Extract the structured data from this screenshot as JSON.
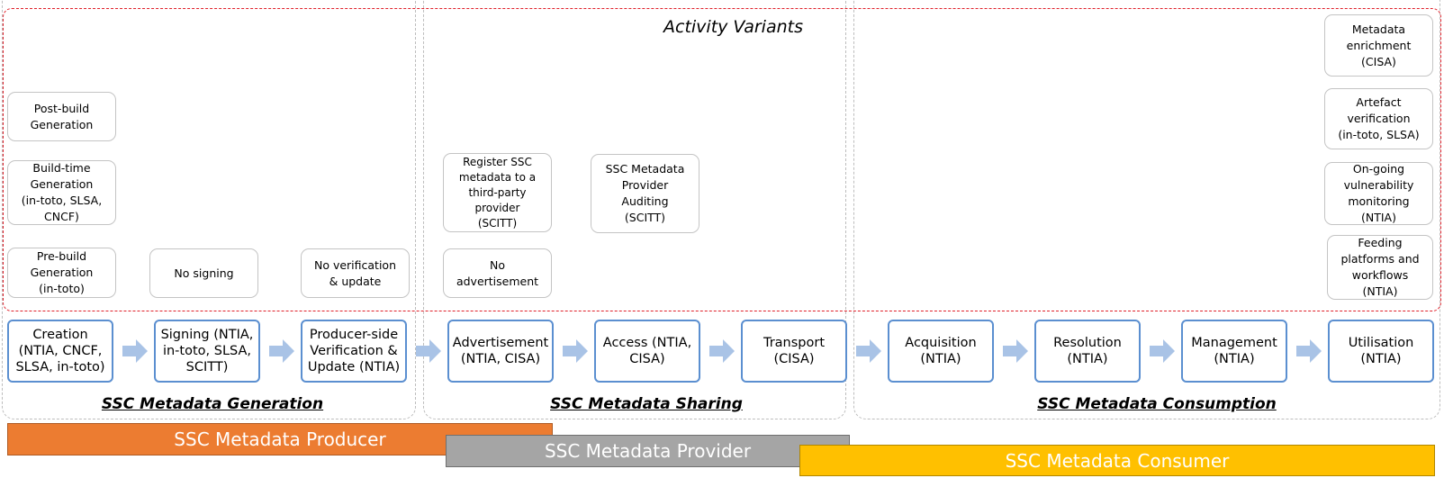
{
  "activity_variants_title": "Activity Variants",
  "colors": {
    "variant_border": "#e0202a",
    "section_border": "#bdbdbd",
    "step_border": "#5b8fd0",
    "arrow": "#a9c3e6",
    "producer": "#ec7c31",
    "provider": "#a5a5a5",
    "consumer": "#ffc000"
  },
  "variants": {
    "post_build": "Post-build\nGeneration",
    "build_time": "Build-time\nGeneration\n(in-toto, SLSA,\nCNCF)",
    "pre_build": "Pre-build\nGeneration\n(in-toto)",
    "no_signing": "No signing",
    "no_verification": "No verification\n& update",
    "register_third_party": "Register SSC\nmetadata to a\nthird-party\nprovider\n(SCITT)",
    "no_advertisement": "No\nadvertisement",
    "provider_auditing": "SSC Metadata\nProvider\nAuditing\n(SCITT)",
    "metadata_enrichment": "Metadata\nenrichment\n(CISA)",
    "artefact_verification": "Artefact\nverification\n(in-toto, SLSA)",
    "vulnerability_monitoring": "On-going\nvulnerability\nmonitoring\n(NTIA)",
    "feeding_platforms": "Feeding\nplatforms and\nworkflows\n(NTIA)"
  },
  "steps": {
    "creation": "Creation\n(NTIA, CNCF,\nSLSA, in-toto)",
    "signing": "Signing (NTIA,\nin-toto, SLSA,\nSCITT)",
    "producer_verification": "Producer-side\nVerification &\nUpdate (NTIA)",
    "advertisement": "Advertisement\n(NTIA, CISA)",
    "access": "Access (NTIA,\nCISA)",
    "transport": "Transport\n(CISA)",
    "acquisition": "Acquisition\n(NTIA)",
    "resolution": "Resolution\n(NTIA)",
    "management": "Management\n(NTIA)",
    "utilisation": "Utilisation\n(NTIA)"
  },
  "sections": {
    "generation": "SSC Metadata Generation",
    "sharing": "SSC Metadata Sharing",
    "consumption": "SSC Metadata Consumption"
  },
  "roles": {
    "producer": "SSC Metadata Producer",
    "provider": "SSC Metadata Provider",
    "consumer": "SSC Metadata Consumer"
  }
}
